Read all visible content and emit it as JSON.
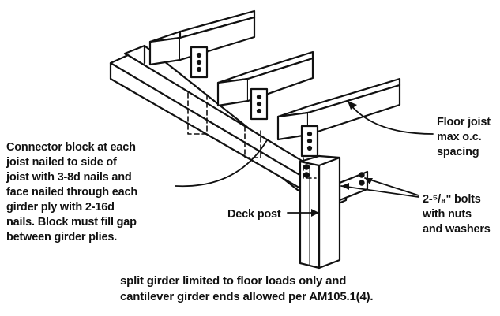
{
  "labels": {
    "connector_block": "Connector block at each\njoist nailed to side of\njoist with 3-8d nails and\nface nailed through each\ngirder ply with 2-16d\nnails. Block must fill gap\nbetween girder plies.",
    "floor_joist": "Floor joist\nmax o.c.\nspacing",
    "deck_post": "Deck post",
    "bolts": "2-⁵/₈\" bolts\nwith nuts\nand washers"
  },
  "caption": "split girder limited to floor loads only and\ncantilever girder ends allowed per AM105.1(4).",
  "colors": {
    "ink": "#111111",
    "paper": "#ffffff"
  }
}
